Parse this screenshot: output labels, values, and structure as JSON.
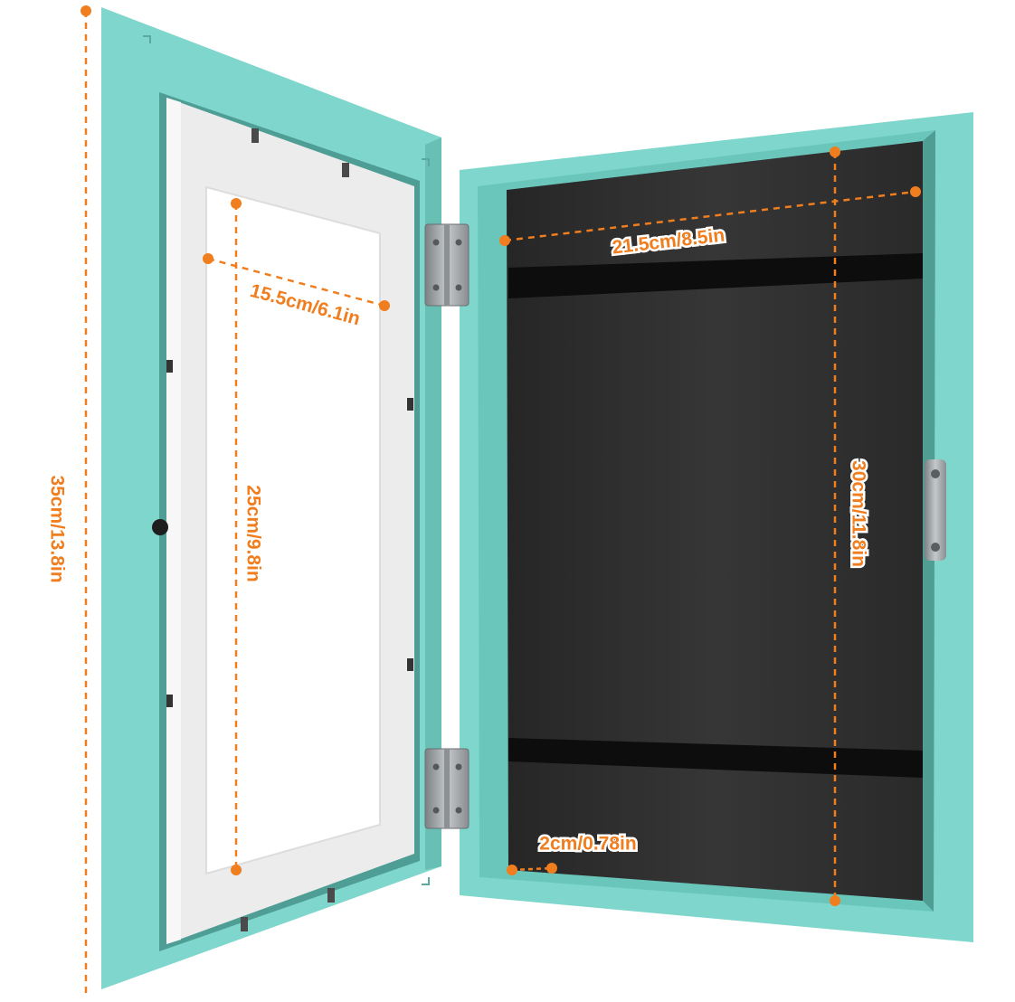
{
  "colors": {
    "frame": "#7fd6cc",
    "frame_shadow": "#5fb6ab",
    "mat": "#eeeeee",
    "artwork": "#ffffff",
    "box_interior": "#2f2f2f",
    "hinge": "#a4a8ab",
    "dimension": "#f07d1e"
  },
  "dimensions": {
    "overall_height": "35cm/13.8in",
    "opening_width": "15.5cm/6.1in",
    "opening_height": "25cm/9.8in",
    "box_width": "21.5cm/8.5in",
    "box_height": "30cm/11.8in",
    "box_depth": "2cm/0.78in"
  }
}
